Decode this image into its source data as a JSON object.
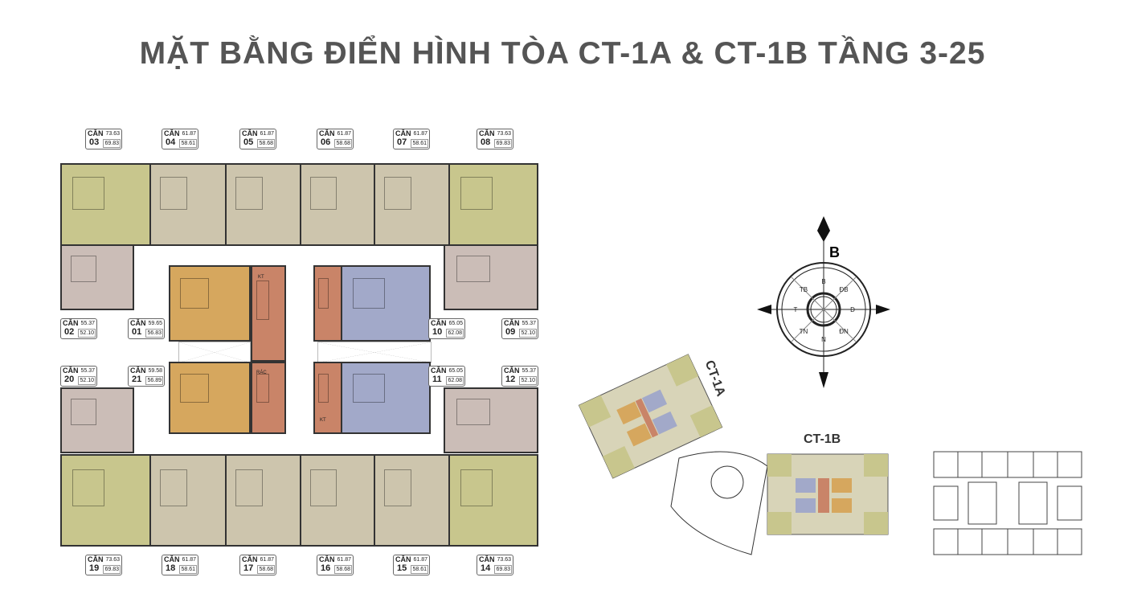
{
  "title": "MẶT BẰNG ĐIỂN HÌNH TÒA CT-1A & CT-1B TẦNG 3-25",
  "unit_prefix": "CĂN",
  "units": [
    {
      "id": "03",
      "area1": "73.63",
      "area2": "69.83"
    },
    {
      "id": "04",
      "area1": "61.87",
      "area2": "58.61"
    },
    {
      "id": "05",
      "area1": "61.87",
      "area2": "58.68"
    },
    {
      "id": "06",
      "area1": "61.87",
      "area2": "58.68"
    },
    {
      "id": "07",
      "area1": "61.87",
      "area2": "58.61"
    },
    {
      "id": "08",
      "area1": "73.63",
      "area2": "69.83"
    },
    {
      "id": "02",
      "area1": "55.37",
      "area2": "52.10"
    },
    {
      "id": "01",
      "area1": "59.65",
      "area2": "56.83"
    },
    {
      "id": "10",
      "area1": "65.05",
      "area2": "62.08"
    },
    {
      "id": "09",
      "area1": "55.37",
      "area2": "52.10"
    },
    {
      "id": "20",
      "area1": "55.37",
      "area2": "52.10"
    },
    {
      "id": "21",
      "area1": "59.58",
      "area2": "56.89"
    },
    {
      "id": "11",
      "area1": "65.05",
      "area2": "62.08"
    },
    {
      "id": "12",
      "area1": "55.37",
      "area2": "52.10"
    },
    {
      "id": "19",
      "area1": "73.63",
      "area2": "69.83"
    },
    {
      "id": "18",
      "area1": "61.87",
      "area2": "58.61"
    },
    {
      "id": "17",
      "area1": "61.87",
      "area2": "58.68"
    },
    {
      "id": "16",
      "area1": "61.87",
      "area2": "58.68"
    },
    {
      "id": "15",
      "area1": "61.87",
      "area2": "58.61"
    },
    {
      "id": "14",
      "area1": "73.63",
      "area2": "69.83"
    }
  ],
  "room_tags": {
    "kt": "KT",
    "rac": "RÁC"
  },
  "compass": {
    "north_big": "B",
    "n": "B",
    "s": "N",
    "w": "T",
    "e": "Đ",
    "nw": "TB",
    "ne": "ĐB",
    "sw": "TN",
    "se": "ĐN"
  },
  "site": {
    "tower_a": "CT-1A",
    "tower_b": "CT-1B"
  },
  "colors": {
    "olive": "#c8c68d",
    "beige": "#cdc5ad",
    "pink": "#cbbdb7",
    "orange": "#d6a75e",
    "blue": "#a2a9c9",
    "salmon": "#c98468"
  }
}
